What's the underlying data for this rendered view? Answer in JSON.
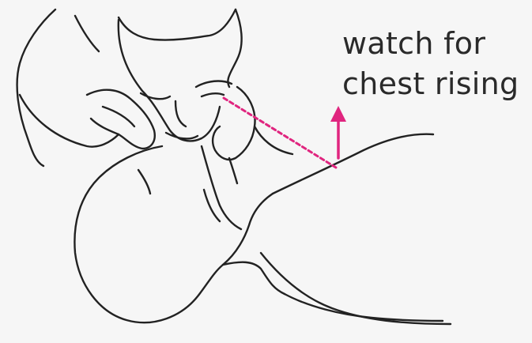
{
  "caption": {
    "line1": "watch for",
    "line2": "chest rising"
  },
  "colors": {
    "background": "#f6f6f6",
    "ink": "#222222",
    "accent": "#e0257f"
  },
  "icons": {
    "arrow": "up-arrow-icon",
    "sightline": "dashed-line"
  }
}
